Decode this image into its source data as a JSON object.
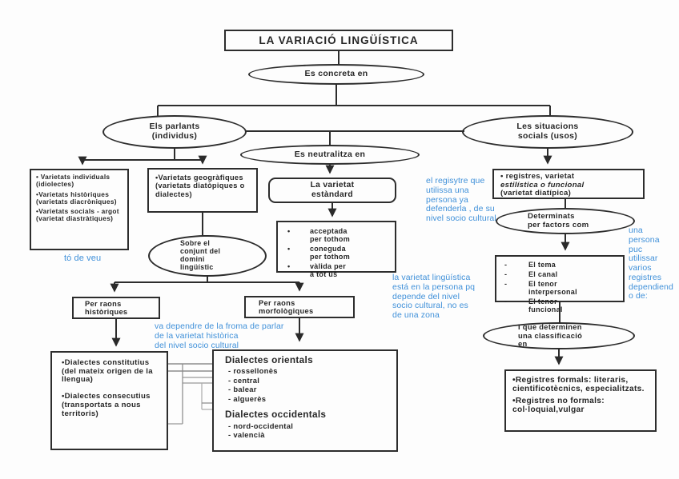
{
  "title": "LA VARIACIÓ LINGÜÍSTICA",
  "glyphs": {
    "bullet": "•",
    "dash": "-"
  },
  "colors": {
    "ink": "#262626",
    "line": "#2d2d2d",
    "note_blue": "#3f90d9",
    "background": "#fdfdfd"
  },
  "nodes": {
    "es_concreta": "Es concreta en",
    "els_parlants": "Els parlants\n(individus)",
    "les_situacions": "Les situacions\nsocials (usos)",
    "es_neutralitza": "Es neutralitza en",
    "varietats_individuals": [
      "• Varietats individuals (idiolectes)",
      "•Varietats històriques (varietats diacròniques)",
      "•Varietats socials  -  argot (varietat diastràtiques)"
    ],
    "varietats_geografiques": "•Varietats geogràfiques (varietats diatòpiques o dialectes)",
    "sobre_conjunt": "Sobre el\nconjunt del\ndomini\nlingüístic",
    "la_varietat_estandard": "La varietat\nestàndard",
    "estandard_features": [
      "acceptada\nper tothom",
      "coneguda\nper tothom",
      "vàlida per\na tot ús"
    ],
    "per_raons_historiques": "Per raons\nhistòriques",
    "per_raons_morfologiques": "Per raons\nmorfològiques",
    "dialectes_tipus": [
      "•Dialectes constitutius (del mateix origen de la llengua)",
      "•Dialectes consecutius (transportats a nous territoris)"
    ],
    "dialectes_orientals_title": "Dialectes orientals",
    "dialectes_orientals": [
      "- rossellonès",
      "- central",
      "- balear",
      "- alguerès"
    ],
    "dialectes_occidentals_title": "Dialectes occidentals",
    "dialectes_occidentals": [
      "- nord-occidental",
      "- valencià"
    ],
    "registres_line1": "• registres, varietat",
    "registres_line2": "estilística o funcional",
    "registres_line3": "(varietat diatípica)",
    "determinats": "Determinats\nper factors com",
    "factors": [
      "El tema",
      "El canal",
      "El tenor\ninterpersonal",
      "El tenor\nfuncional"
    ],
    "i_que_determinen": "I que determinen\nuna classificació\nen",
    "registres_formals": [
      "•Registres formals: literaris, cientificotècnics, especialitzats.",
      "•Registres no formals: col·loquial,vulgar"
    ]
  },
  "annotations": {
    "to_de_veu": "tó de veu",
    "registre_nota": "el regisytre que\nutilissa una\npersona ya\ndefenderla , de su\nnivel socio cultural",
    "persona_nota": "una\npersona\npuc\nutilissar\nvarios\nregistres\ndependiend\no de:",
    "varietat_nota": "la varietat lingüística\nestá en la persona pq\ndepende del nivel\nsocio cultural, no es\nde una zona",
    "dependre_nota": "va dependre de la froma de parlar\nde la varietat històrica\ndel nivel socio cultural"
  }
}
